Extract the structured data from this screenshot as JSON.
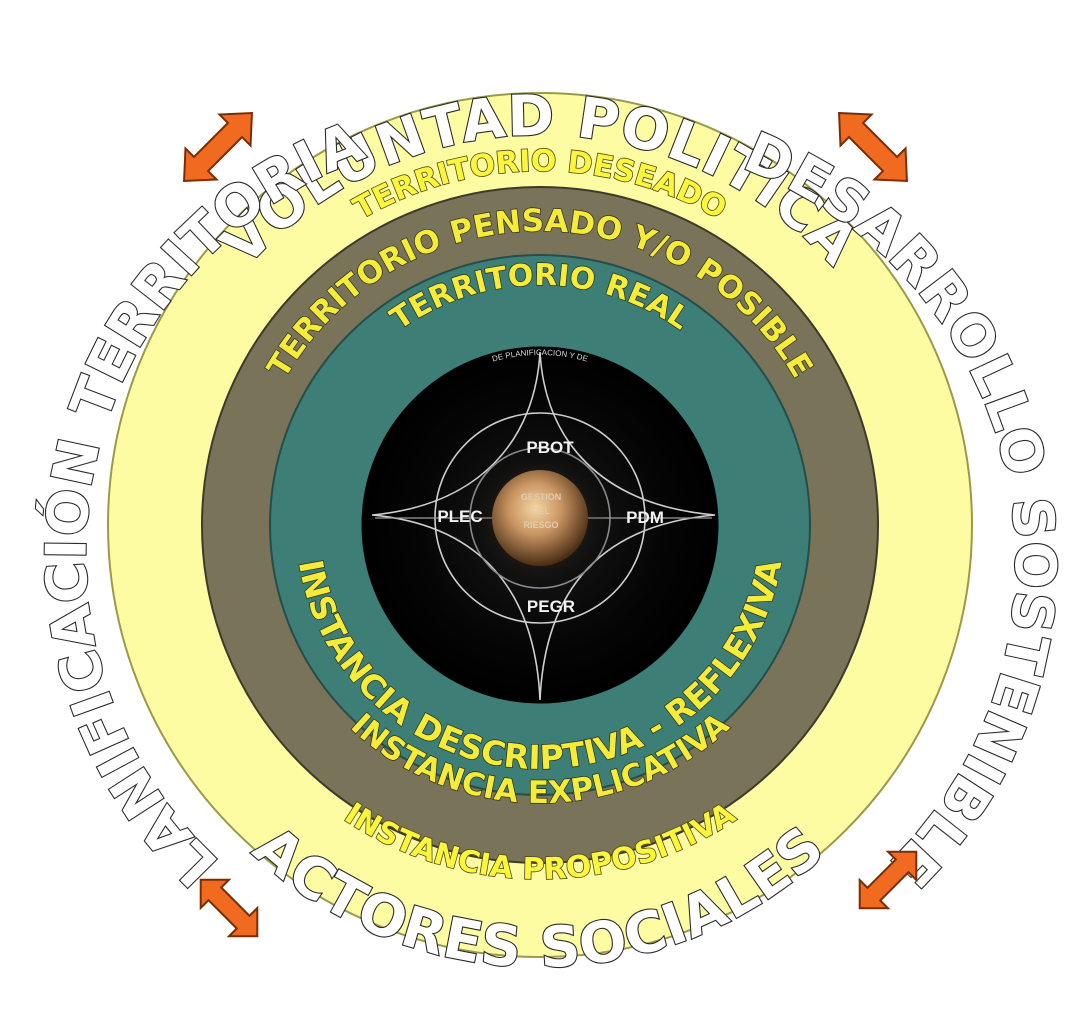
{
  "outer": {
    "voluntad_politica": "VOLUNTAD POLITICA",
    "desarrollo_sostenible": "DESARROLLO SOSTENIBLE",
    "actores_sociales": "ACTORES SOCIALES",
    "planificacion_territorial": "PLANIFICACIÓN TERRITORIAL"
  },
  "rings": {
    "yellow_top": "TERRITORIO DESEADO",
    "yellow_bottom": "INSTANCIA PROPOSITIVA",
    "brown_top": "TERRITORIO PENSADO Y/O POSIBLE",
    "brown_bottom": "INSTANCIA EXPLICATIVA",
    "teal_top": "TERRITORIO REAL",
    "teal_bottom": "INSTANCIA DESCRIPTIVA - REFLEXIVA"
  },
  "core": {
    "top_small": "DE PLANIFICACION Y DE",
    "north": "PBOT",
    "west": "PLEC",
    "east": "PDM",
    "south": "PEGR",
    "center_line1": "GESTION",
    "center_line2": "DEL",
    "center_line3": "RIESGO"
  },
  "colors": {
    "yellow_ring": "#fdfca3",
    "brown_ring": "#79735a",
    "teal_ring": "#3d7e77",
    "core": "#000000",
    "arrows": "#f06a20"
  }
}
